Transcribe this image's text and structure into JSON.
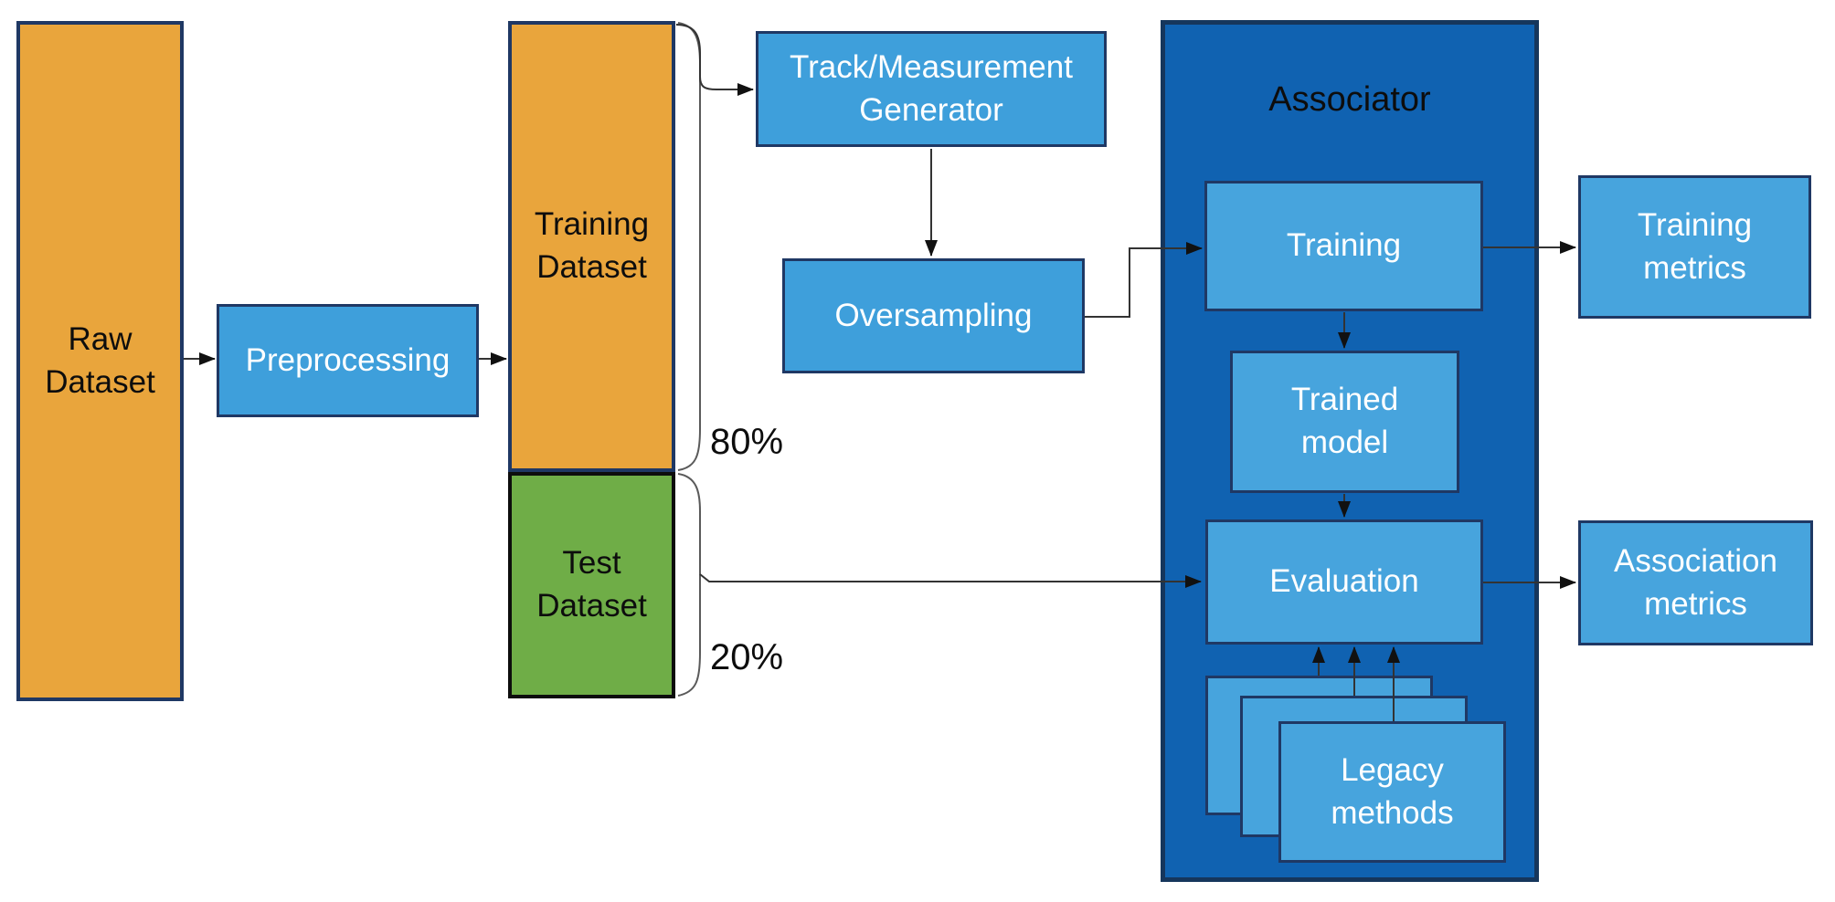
{
  "diagram": {
    "background": "#FFFFFF",
    "colors": {
      "orange_fill": "#E9A53C",
      "green_fill": "#6FAD47",
      "blue_fill": "#3E9FDB",
      "inner_blue_fill": "#47A4DD",
      "container_fill": "#1062B1",
      "border_navy": "#1F3864",
      "border_black": "#0D0D0D",
      "line": "#333333",
      "bracket": "#5A5A5A",
      "text_dark": "#0D0D0D",
      "text_light": "#FFFFFF"
    },
    "nodes": {
      "raw_dataset": {
        "label": "Raw\nDataset"
      },
      "preprocessing": {
        "label": "Preprocessing"
      },
      "training_dataset": {
        "label": "Training\nDataset"
      },
      "test_dataset": {
        "label": "Test\nDataset"
      },
      "training_split_percent": {
        "label": "80%"
      },
      "test_split_percent": {
        "label": "20%"
      },
      "track_measurement_generator": {
        "label": "Track/Measurement\nGenerator"
      },
      "oversampling": {
        "label": "Oversampling"
      },
      "associator": {
        "label": "Associator"
      },
      "training": {
        "label": "Training"
      },
      "trained_model": {
        "label": "Trained\nmodel"
      },
      "evaluation": {
        "label": "Evaluation"
      },
      "legacy_methods": {
        "label": "Legacy\nmethods"
      },
      "training_metrics": {
        "label": "Training\nmetrics"
      },
      "association_metrics": {
        "label": "Association\nmetrics"
      }
    }
  }
}
